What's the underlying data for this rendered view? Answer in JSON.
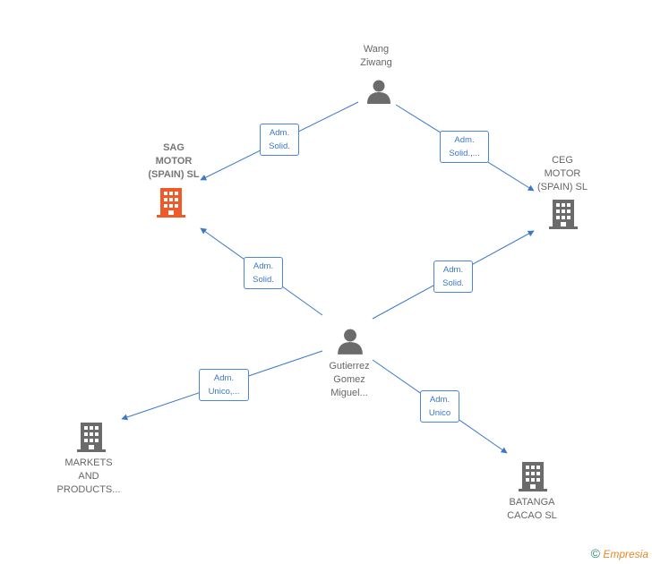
{
  "nodes": {
    "wang": {
      "label": "Wang\nZiwang",
      "icon": "person-icon"
    },
    "gutierrez": {
      "label": "Gutierrez\nGomez\nMiguel...",
      "icon": "person-icon"
    },
    "sag": {
      "label": "SAG\nMOTOR\n(SPAIN)  SL",
      "icon": "building-icon",
      "color": "#f05a28"
    },
    "ceg": {
      "label": "CEG\nMOTOR\n(SPAIN)  SL",
      "icon": "building-icon",
      "color": "#6b6b6b"
    },
    "markets": {
      "label": "MARKETS\nAND\nPRODUCTS...",
      "icon": "building-icon",
      "color": "#6b6b6b"
    },
    "batanga": {
      "label": "BATANGA\nCACAO  SL",
      "icon": "building-icon",
      "color": "#6b6b6b"
    }
  },
  "edges": [
    {
      "id": "wang-sag",
      "label": "Adm.\nSolid."
    },
    {
      "id": "wang-ceg",
      "label": "Adm.\nSolid.,..."
    },
    {
      "id": "gut-sag",
      "label": "Adm.\nSolid."
    },
    {
      "id": "gut-ceg",
      "label": "Adm.\nSolid."
    },
    {
      "id": "gut-markets",
      "label": "Adm.\nUnico,..."
    },
    {
      "id": "gut-batanga",
      "label": "Adm.\nUnico"
    }
  ],
  "colors": {
    "edge": "#3a78c8",
    "person": "#6b6b6b"
  },
  "footer": {
    "copyright": "©",
    "brand": "Empresia"
  }
}
